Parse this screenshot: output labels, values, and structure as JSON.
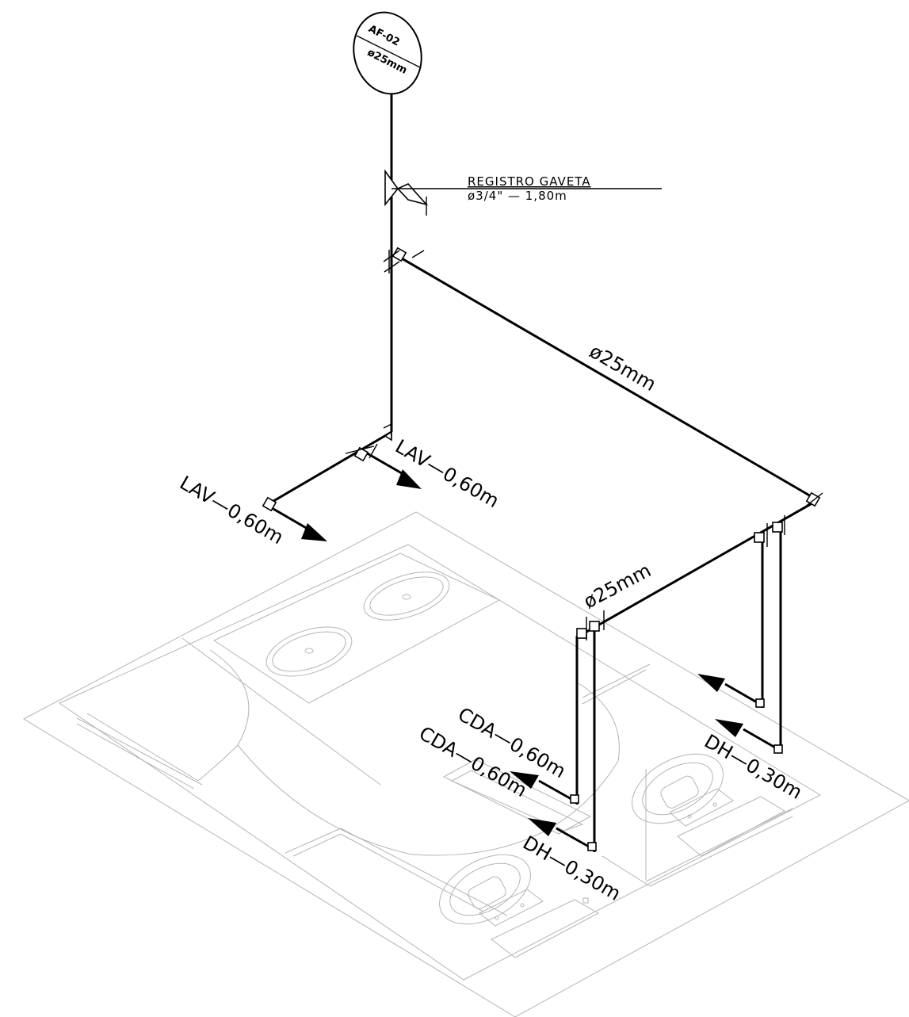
{
  "riser_tag": {
    "code": "AF-02",
    "diameter": "ø25mm"
  },
  "valve": {
    "name": "REGISTRO GAVETA",
    "spec": "ø3/4\" — 1,80m"
  },
  "pipes": {
    "main_diameter": "ø25mm",
    "branch_diameter": "ø25mm"
  },
  "outlets": {
    "lav_left": "LAV—0,60m",
    "lav_right": "LAV—0,60m",
    "cda_1": "CDA—0,60m",
    "cda_2": "CDA—0,60m",
    "dh_left": "DH—0,30m",
    "dh_right": "DH—0,30m"
  },
  "colors": {
    "ink": "#000000",
    "floor_plan": "#b5b5b5"
  }
}
